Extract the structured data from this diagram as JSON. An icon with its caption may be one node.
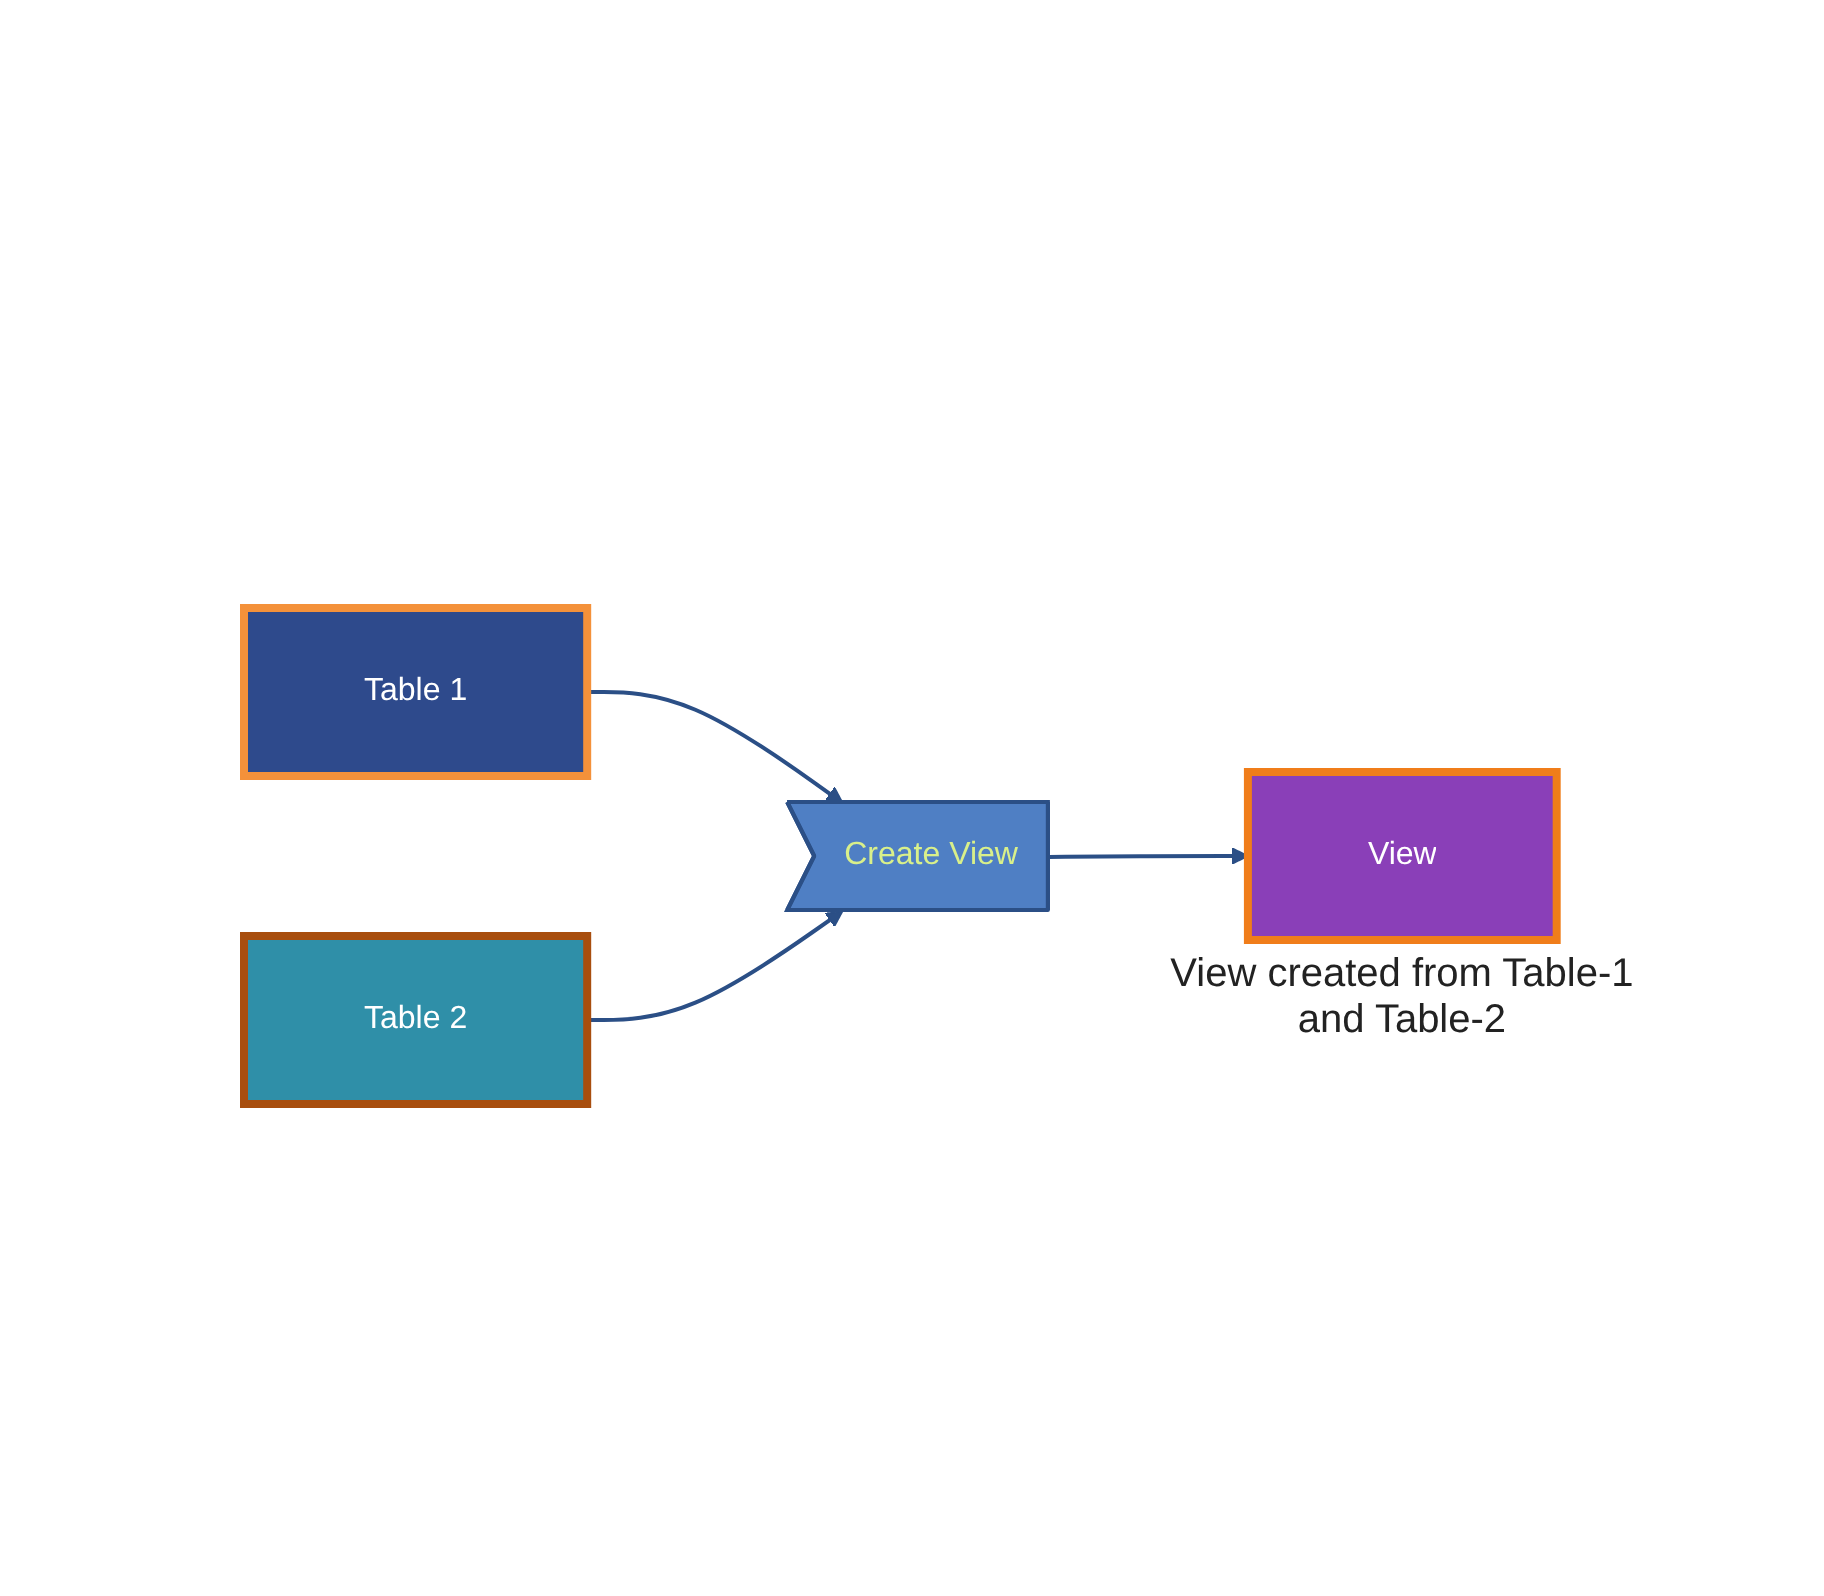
{
  "diagram": {
    "nodes": [
      {
        "text": [
          "Table 1"
        ]
      },
      {
        "text": [
          "Table 2"
        ]
      },
      {
        "text": [
          "Create View"
        ]
      },
      {
        "text": [
          "View"
        ],
        "beside": [
          "View created from Table-1 and Table-2"
        ]
      }
    ],
    "edges": [
      {
        "from": 0,
        "to": 2,
        "arrow": "to"
      },
      {
        "from": 1,
        "to": 2,
        "arrow": "to"
      },
      {
        "from": 2,
        "to": 3,
        "arrow": "to"
      }
    ]
  }
}
